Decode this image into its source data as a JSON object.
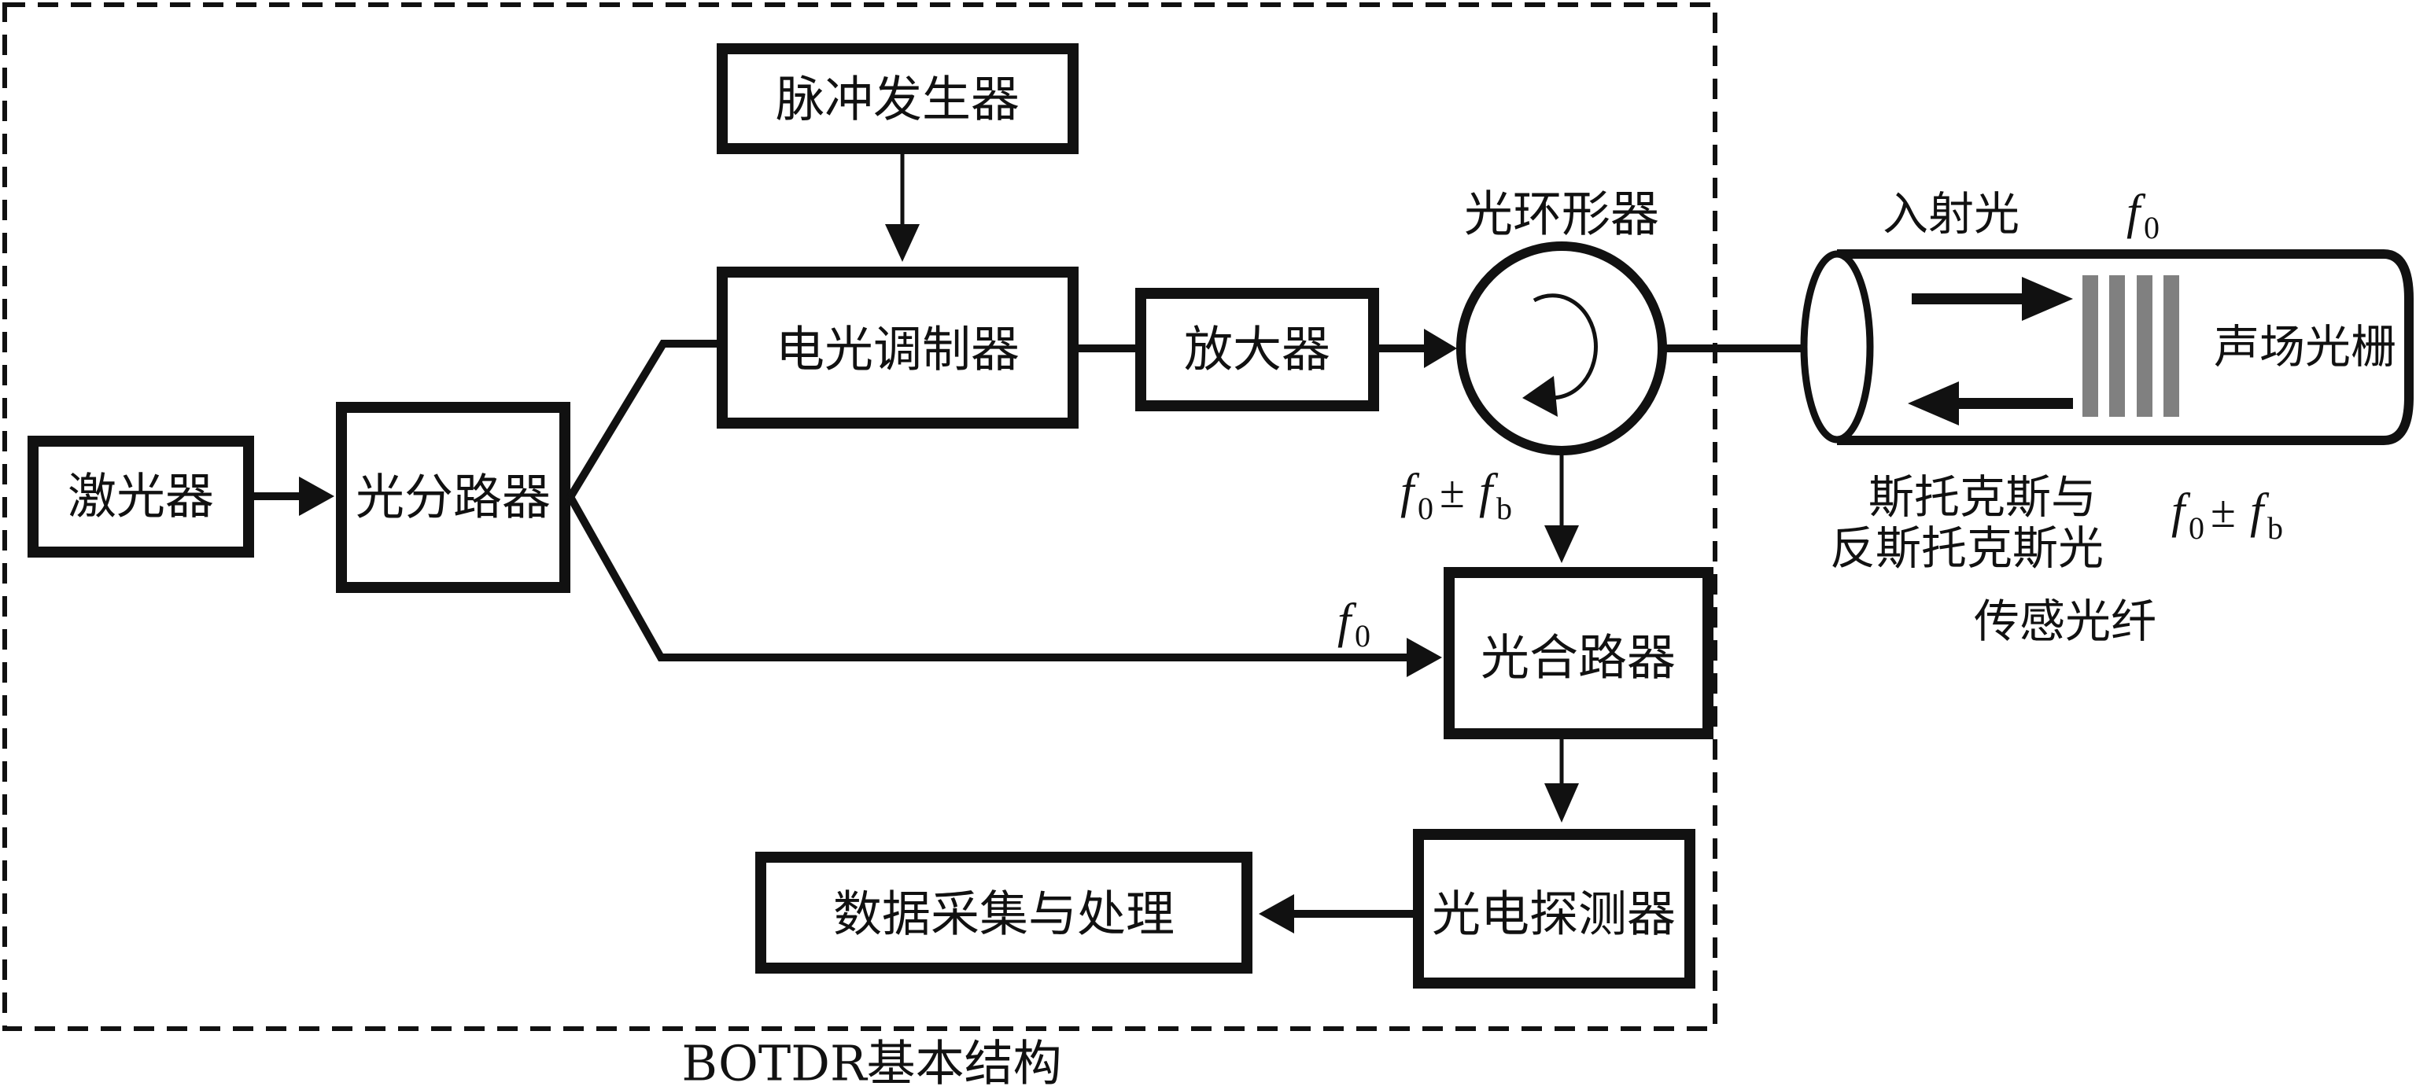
{
  "title": "BOTDR基本结构",
  "colors": {
    "stroke": "#111111",
    "background": "#ffffff",
    "grating": "#808080"
  },
  "components": {
    "laser": "激光器",
    "splitter": "光分路器",
    "pulse_generator": "脉冲发生器",
    "eo_modulator": "电光调制器",
    "amplifier": "放大器",
    "circulator": "光环形器",
    "combiner": "光合路器",
    "photodetector": "光电探测器",
    "daq": "数据采集与处理"
  },
  "fiber": {
    "label": "传感光纤",
    "incident_light": "入射光",
    "grating": "声场光栅",
    "scattered_line1": "斯托克斯与",
    "scattered_line2": "反斯托克斯光"
  },
  "frequencies": {
    "f_symbol": "f",
    "f0_sub": "0",
    "fb_sub": "b",
    "plus_minus": "±"
  }
}
